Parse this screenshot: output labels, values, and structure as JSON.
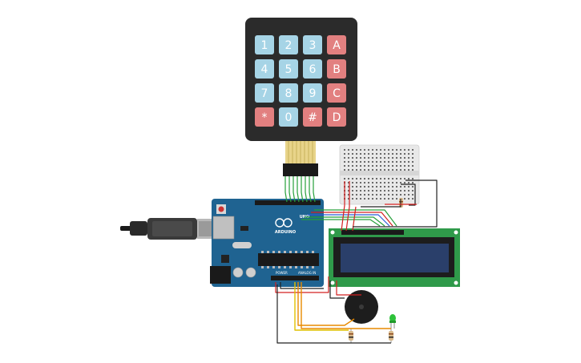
{
  "keypad": {
    "keys": [
      {
        "label": "1",
        "type": "digit"
      },
      {
        "label": "2",
        "type": "digit"
      },
      {
        "label": "3",
        "type": "digit"
      },
      {
        "label": "A",
        "type": "letter"
      },
      {
        "label": "4",
        "type": "digit"
      },
      {
        "label": "5",
        "type": "digit"
      },
      {
        "label": "6",
        "type": "digit"
      },
      {
        "label": "B",
        "type": "letter"
      },
      {
        "label": "7",
        "type": "digit"
      },
      {
        "label": "8",
        "type": "digit"
      },
      {
        "label": "9",
        "type": "digit"
      },
      {
        "label": "C",
        "type": "letter"
      },
      {
        "label": "*",
        "type": "letter"
      },
      {
        "label": "0",
        "type": "digit"
      },
      {
        "label": "#",
        "type": "letter"
      },
      {
        "label": "D",
        "type": "letter"
      }
    ]
  },
  "arduino": {
    "brand": "ARDUINO",
    "model": "UNO",
    "power_label": "POWER",
    "analog_label": "ANALOG IN"
  },
  "colors": {
    "digit_key": "#a6d4e6",
    "letter_key": "#e28080",
    "keypad_body": "#2b2b2b",
    "arduino_board": "#1f6391",
    "lcd_board": "#2f9a4a",
    "lcd_screen": "#2a3f6a",
    "wire_green": "#26a03a",
    "wire_red": "#d32020",
    "wire_black": "#222222",
    "wire_orange": "#e88a00",
    "wire_yellow": "#e0c000",
    "wire_blue": "#2a5bd7"
  }
}
